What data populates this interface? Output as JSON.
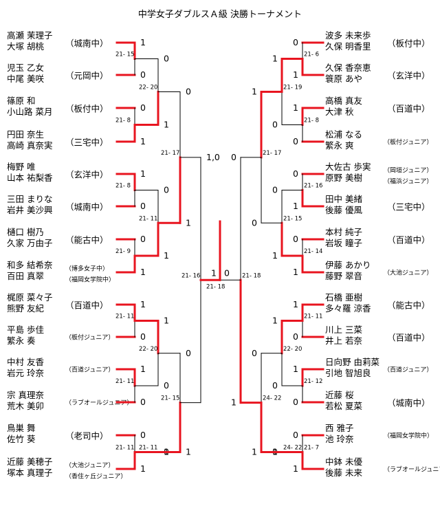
{
  "title": "中学女子ダブルスＡ級 決勝トーナメント",
  "left": {
    "players": [
      {
        "p1": "高瀬 茉理子",
        "p2": "大塚 胡桃",
        "school": "（城南中）"
      },
      {
        "p1": "児玉 乙女",
        "p2": "中尾 美咲",
        "school": "（元岡中）"
      },
      {
        "p1": "篠原 和",
        "p2": "小山路 菜月",
        "school": "（板付中）"
      },
      {
        "p1": "円田 奈生",
        "p2": "高崎 真奈実",
        "school": "（三宅中）"
      },
      {
        "p1": "梅野 唯",
        "p2": "山本 祐梨香",
        "school": "（玄洋中）"
      },
      {
        "p1": "三田 まりな",
        "p2": "岩井 美沙興",
        "school": "（城南中）"
      },
      {
        "p1": "樋口 樹乃",
        "p2": "久家 万由子",
        "school": "（能古中）"
      },
      {
        "p1": "和多 結希奈",
        "p2": "百田 真翠",
        "school": "（博多女子中）",
        "school2": "（福岡女学院中）"
      },
      {
        "p1": "梶原 菜々子",
        "p2": "熊野 友紀",
        "school": "（百道中）"
      },
      {
        "p1": "平島 歩佳",
        "p2": "繁永 奏",
        "school": "（板付ジュニア）"
      },
      {
        "p1": "中村 友香",
        "p2": "岩元 玲奈",
        "school": "（百道ジュニア）"
      },
      {
        "p1": "宗 真理奈",
        "p2": "荒木 美卯",
        "school": "（ラブオールジュニア）"
      },
      {
        "p1": "鳥巣 舞",
        "p2": "佐竹 葵",
        "school": "（老司中）"
      },
      {
        "p1": "近藤 美穂子",
        "p2": "塚本 真理子",
        "school": "（大池ジュニア）",
        "school2": "（香住ヶ丘ジュニア）"
      }
    ],
    "scores": {
      "r1": [
        [
          "1",
          "0"
        ],
        [
          "0",
          "1"
        ],
        [
          "1",
          "0"
        ],
        [
          "0",
          "1"
        ],
        [
          "1",
          "0"
        ],
        [
          "1",
          "0"
        ],
        [
          "0",
          "1"
        ]
      ],
      "r2": [
        [
          "0",
          "1"
        ],
        [
          "0",
          "1"
        ],
        [
          "1",
          "0"
        ],
        [
          "0",
          "1"
        ]
      ],
      "r3": [
        [
          "0",
          "1"
        ],
        [
          "0",
          "1"
        ]
      ],
      "r4": [
        [
          "1",
          "0"
        ]
      ]
    },
    "labels": {
      "r1": [
        "21- 15",
        "21- 8",
        "21- 8",
        "21- 9",
        "21- 11",
        "21- 11",
        "21- 11"
      ],
      "r2": [
        "22- 20",
        "21- 11",
        "22- 20",
        "21- 11"
      ],
      "r3": [
        "21- 17",
        "21- 15"
      ],
      "r4": [
        "21- 16"
      ]
    }
  },
  "right": {
    "players": [
      {
        "p1": "波多 未来歩",
        "p2": "久保 明香里",
        "school": "（板付中）"
      },
      {
        "p1": "久保 香奈恵",
        "p2": "簑原 あや",
        "school": "（玄洋中）"
      },
      {
        "p1": "高橋 真友",
        "p2": "大津 秋",
        "school": "（百道中）"
      },
      {
        "p1": "松浦 なる",
        "p2": "繁永 爽",
        "school": "（板付ジュニア）"
      },
      {
        "p1": "大佐古 歩実",
        "p2": "原野 美樹",
        "school": "（岡垣ジュニア）",
        "school2": "（福浜ジュニア）"
      },
      {
        "p1": "田中 美緒",
        "p2": "後藤 優風",
        "school": "（三宅中）"
      },
      {
        "p1": "本村 純子",
        "p2": "岩坂 瞳子",
        "school": "（百道中）"
      },
      {
        "p1": "伊藤 あかり",
        "p2": "藤野 翠音",
        "school": "（大池ジュニア）"
      },
      {
        "p1": "石橋 亜樹",
        "p2": "多々羅 涼香",
        "school": "（能古中）"
      },
      {
        "p1": "川上 三菜",
        "p2": "井上 若奈",
        "school": "（百道中）"
      },
      {
        "p1": "日向野 由莉菜",
        "p2": "引地 智旭良",
        "school": "（百道ジュニア）"
      },
      {
        "p1": "近藤 桜",
        "p2": "若松 夏菜",
        "school": "（城南中）"
      },
      {
        "p1": "西 雅子",
        "p2": "池 玲奈",
        "school": "（福岡女学院中）"
      },
      {
        "p1": "中鉢 未優",
        "p2": "後藤 未来",
        "school": "（ラブオールジュニア）"
      }
    ],
    "scores": {
      "r1": [
        [
          "0",
          "1"
        ],
        [
          "1",
          "0"
        ],
        [
          "0",
          "1"
        ],
        [
          "0",
          "1"
        ],
        [
          "1",
          "0"
        ],
        [
          "1",
          "0"
        ],
        [
          "0",
          "1"
        ]
      ],
      "r2": [
        [
          "1",
          "0"
        ],
        [
          "0",
          "1"
        ],
        [
          "1",
          "0"
        ],
        [
          "0",
          "1"
        ]
      ],
      "r3": [
        [
          "1",
          "0"
        ],
        [
          "0",
          "1"
        ]
      ],
      "r4": [
        "0",
        "1"
      ]
    },
    "labels": {
      "r1": [
        "21- 6",
        "21- 8",
        "21- 16",
        "21- 14",
        "21- 11",
        "21- 12",
        "21- 7"
      ],
      "r2": [
        "21- 19",
        "21- 15",
        "22- 20",
        "24- 22"
      ],
      "r3": [
        "21- 17",
        "24- 22"
      ],
      "r4": [
        "21- 18"
      ]
    }
  },
  "final": {
    "left": "1",
    "right": "0",
    "label_left": "21- 18",
    "label_right": "21- 18"
  },
  "colors": {
    "win": "#e8141f",
    "lose": "#000000"
  }
}
